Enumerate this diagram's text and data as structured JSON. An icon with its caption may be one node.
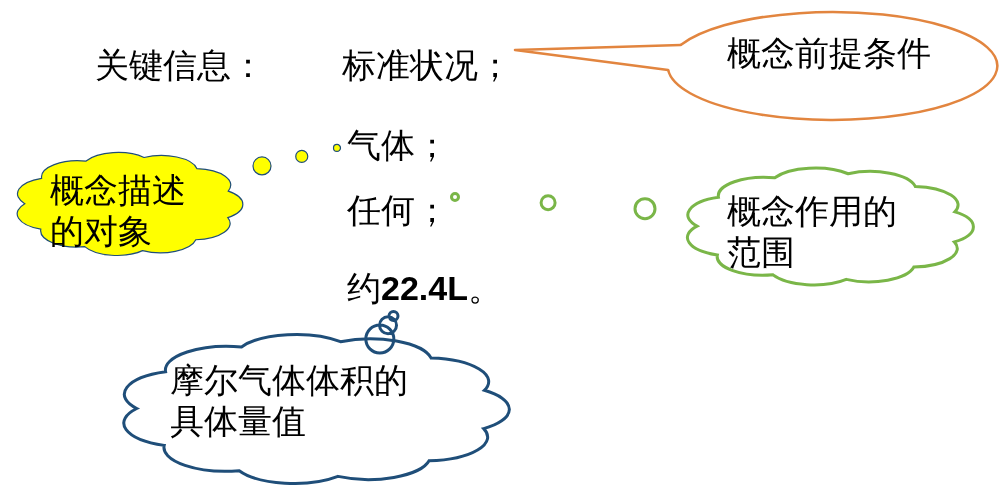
{
  "diagram": {
    "nodes": [
      {
        "text": [
          "标准状况；"
        ]
      },
      {
        "text": [
          "概念前提条件"
        ]
      },
      {
        "text": [
          "气体；"
        ]
      },
      {
        "text": [
          "概念描述的对象"
        ]
      },
      {
        "text": [
          "任何；"
        ]
      },
      {
        "text": [
          "概念作用的范围"
        ]
      },
      {
        "text": [
          "约**22.4L**。"
        ]
      },
      {
        "text": [
          "摩尔气体体积的具体量值"
        ]
      }
    ],
    "edges": [
      {
        "from": 1,
        "to": 0,
        "arrow": "none"
      },
      {
        "from": 3,
        "to": 2,
        "arrow": "none"
      },
      {
        "from": 5,
        "to": 4,
        "arrow": "none"
      },
      {
        "from": 7,
        "to": 6,
        "arrow": "none"
      }
    ],
    "labels": [
      "关键信息："
    ]
  }
}
